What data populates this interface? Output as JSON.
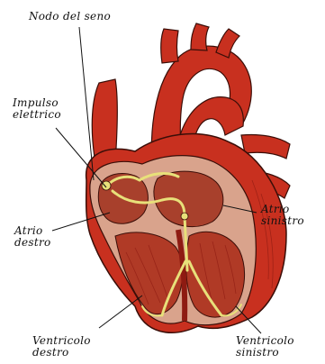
{
  "labels": {
    "nodo_seno": "Nodo del seno",
    "impulso": [
      "Impulso",
      "elettrico"
    ],
    "atrio_destro": [
      "Atrio",
      "destro"
    ],
    "atrio_sinistro": [
      "Atrio",
      "sinistro"
    ],
    "ventricolo_destro": [
      "Ventricolo",
      "destro"
    ],
    "ventricolo_sinistro": [
      "Ventricolo",
      "sinistro"
    ]
  },
  "colors": {
    "heart_red": "#c8301f",
    "heart_dark": "#8e1b12",
    "cavity": "#a8402c",
    "wall_cut": "#d9a38c",
    "conduction": "#e8e07a",
    "outline": "#3a0e08"
  }
}
